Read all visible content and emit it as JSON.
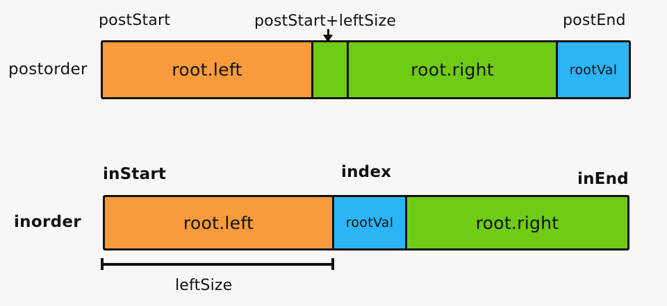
{
  "diagram": {
    "title_absent": true,
    "colors": {
      "orange": "#F89B3C",
      "green": "#6FCB15",
      "blue": "#2BB5F5",
      "outline": "#111111",
      "background": "#faf8f4"
    },
    "rows": [
      {
        "name": "postorder",
        "label": "postorder",
        "segments": [
          {
            "label": "root.left",
            "color": "orange",
            "size": "large"
          },
          {
            "label": "",
            "color": "green",
            "size": "large"
          },
          {
            "label": "root.right",
            "color": "green",
            "size": "large"
          },
          {
            "label": "rootVal",
            "color": "blue",
            "size": "small"
          }
        ],
        "markers": [
          {
            "name": "postStart",
            "label": "postStart"
          },
          {
            "name": "postStart-plus-leftSize",
            "label": "postStart+leftSize"
          },
          {
            "name": "postEnd",
            "label": "postEnd"
          }
        ]
      },
      {
        "name": "inorder",
        "label": "inorder",
        "segments": [
          {
            "label": "root.left",
            "color": "orange",
            "size": "large"
          },
          {
            "label": "rootVal",
            "color": "blue",
            "size": "small"
          },
          {
            "label": "root.right",
            "color": "green",
            "size": "large"
          }
        ],
        "markers": [
          {
            "name": "inStart",
            "label": "inStart"
          },
          {
            "name": "index",
            "label": "index"
          },
          {
            "name": "inEnd",
            "label": "inEnd"
          }
        ],
        "measure": {
          "name": "leftSize",
          "label": "leftSize"
        }
      }
    ]
  }
}
